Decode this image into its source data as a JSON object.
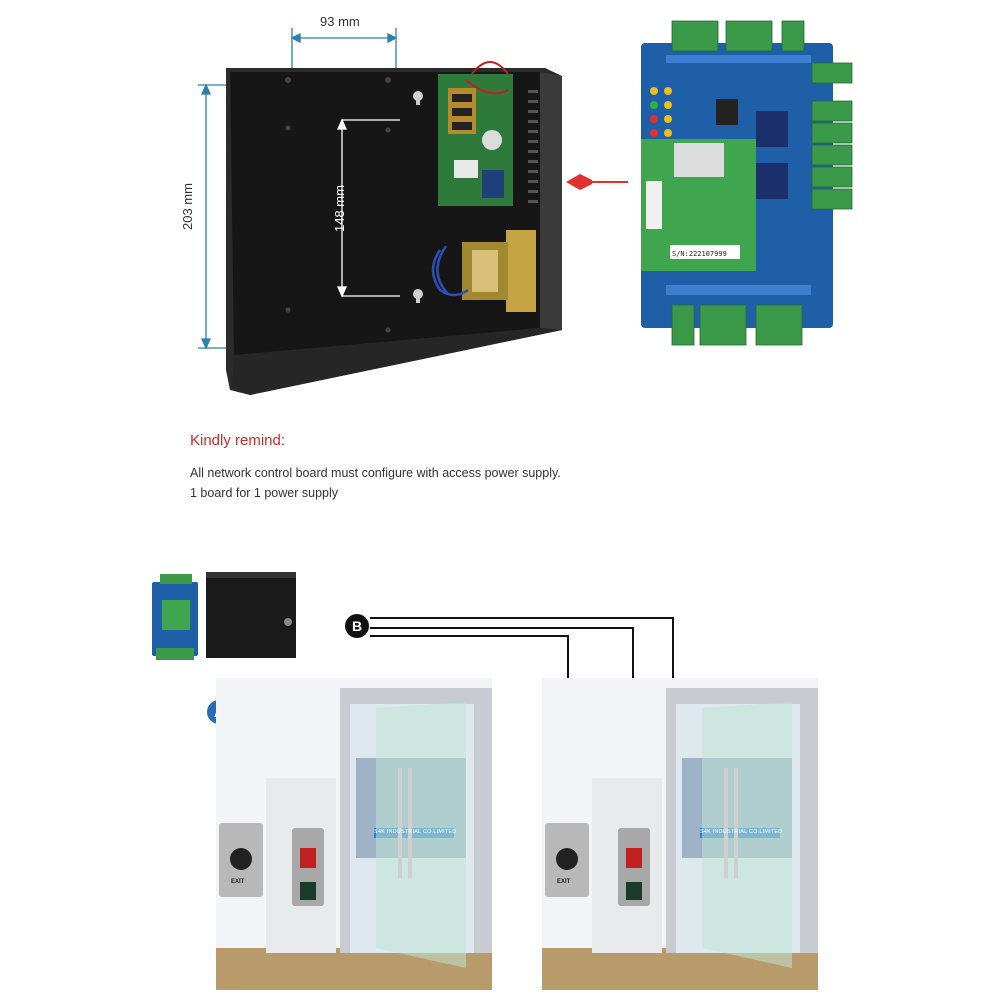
{
  "dimensions": {
    "width": "93 mm",
    "height": "203 mm",
    "hole_spacing": "148 mm"
  },
  "board_serial": "S/N:222107999",
  "reminder": {
    "title": "Kindly remind:",
    "line1": "All network control board must configure with access power supply.",
    "line2": "1 board for 1 power supply"
  },
  "wiring": {
    "label_a": "A",
    "label_b": "B",
    "exit_label": "EXIT",
    "door_sign": "S4K INDUSTRIAL CO.LIMITED"
  },
  "colors": {
    "remind_title": "#d42a2a",
    "dimension_line": "#2a7fb0",
    "wire_a": "#2a6db5",
    "wire_b": "#111111",
    "board_blue": "#1f5fa8",
    "board_green": "#3a9a4a"
  }
}
